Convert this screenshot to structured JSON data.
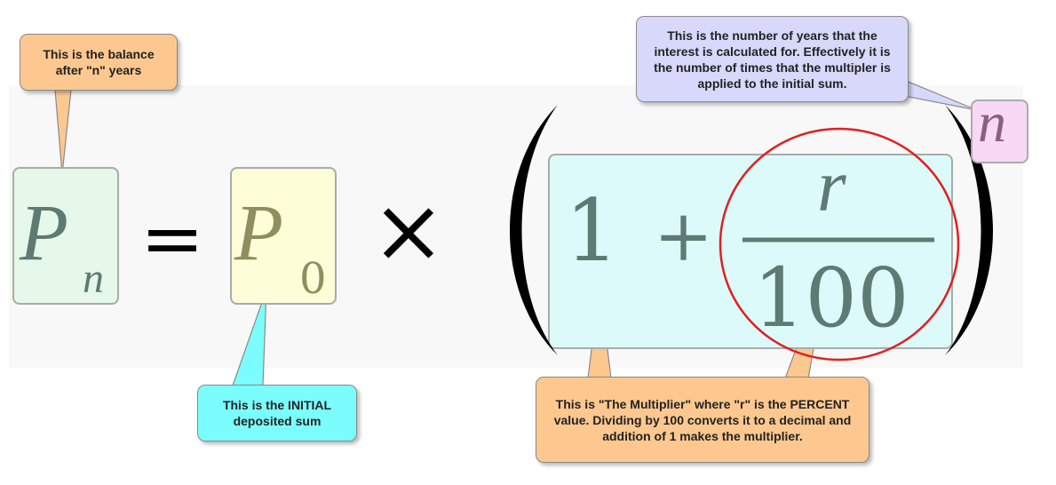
{
  "formula": {
    "lhs_symbol": "P",
    "lhs_subscript": "n",
    "equals": "=",
    "p0_symbol": "P",
    "p0_subscript": "0",
    "times": "×",
    "one": "1",
    "plus": "+",
    "numerator": "r",
    "denominator": "100",
    "exponent": "n"
  },
  "callouts": {
    "balance": "This is the balance after \"n\" years",
    "initial": "This is the INITIAL deposited sum",
    "years": "This is the number of years that the interest is calculated for. Effectively it is the number of times that the multipler is applied to the initial sum.",
    "multiplier": "This is \"The Multiplier\" where \"r\" is the PERCENT value. Dividing by 100 converts it to a decimal and addition of 1 makes the multiplier."
  },
  "colors": {
    "balance_callout": "#fcc88f",
    "initial_callout": "#7cfdfd",
    "years_callout": "#d8d8fb",
    "multiplier_callout": "#fcc88f",
    "pn_box": "#e5f8e9",
    "p0_box": "#fdfdd8",
    "multiplier_box": "#ddfafb",
    "exponent_box": "#f8d8f4",
    "circle": "#e02020"
  }
}
